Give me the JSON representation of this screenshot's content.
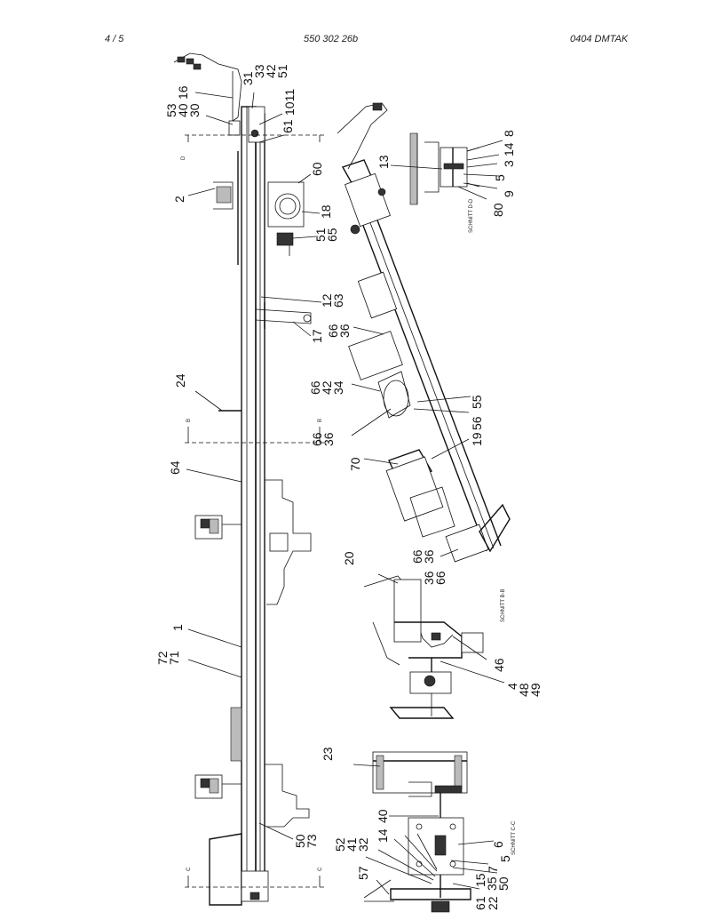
{
  "header": {
    "page": "4 /   5",
    "doc_number": "550 302 26b",
    "revision": "0404   DMTAK"
  },
  "labels": {
    "l53": "53",
    "l40a": "40",
    "l30": "30",
    "l16": "16",
    "l31": "31",
    "l33": "33",
    "l42a": "42",
    "l51a": "51",
    "l1011": "1011",
    "l61a": "61",
    "l2": "2",
    "l60": "60",
    "l18": "18",
    "l51b": "51",
    "l65": "65",
    "l12": "12",
    "l63": "63",
    "l17": "17",
    "l24": "24",
    "l64": "64",
    "l1": "1",
    "l72": "72",
    "l71": "71",
    "l50a": "50",
    "l73": "73",
    "l13": "13",
    "l8": "8",
    "l14a": "14",
    "l3": "3",
    "l5a": "5",
    "l9": "9",
    "l80": "80",
    "l66a": "66",
    "l36a": "36",
    "l66b": "66",
    "l42b": "42",
    "l34": "34",
    "l66c": "66",
    "l36b": "36",
    "l55": "55",
    "l56": "56",
    "l19": "19",
    "l70": "70",
    "l66d": "66",
    "l36c": "36",
    "l36d": "36",
    "l66e": "66",
    "l20": "20",
    "l46": "46",
    "l4": "4",
    "l48": "48",
    "l49": "49",
    "l23": "23",
    "l52": "52",
    "l41": "41",
    "l32": "32",
    "l14b": "14",
    "l40b": "40",
    "l57": "57",
    "l6": "6",
    "l7": "7",
    "l5b": "5",
    "l15": "15",
    "l35": "35",
    "l50b": "50",
    "l61b": "61",
    "l22": "22"
  },
  "section_letters": {
    "d_top": "D",
    "b_top": "B",
    "b_bottom": "B",
    "c_top": "C",
    "c_bottom": "C"
  },
  "section_views": {
    "dd": "SCHNITT D-D",
    "bb": "SCHNITT B-B",
    "cc": "SCHNITT C-C"
  }
}
